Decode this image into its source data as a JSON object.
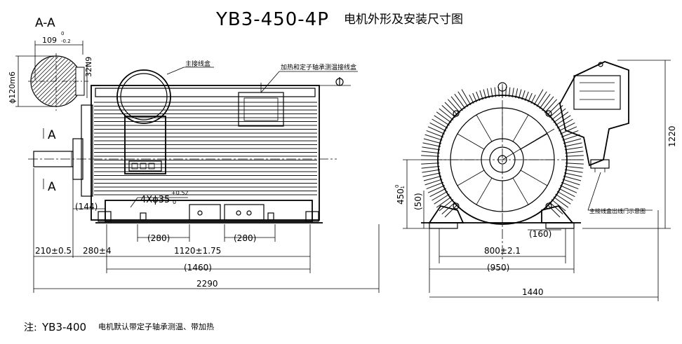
{
  "title": "YB3-450-4P",
  "title_cn": "电机外形及安装尺寸图",
  "section_label": "A-A",
  "section_marks": [
    "A",
    "A"
  ],
  "shaft": {
    "width_dim": "109",
    "width_tol": "0\n-0.2",
    "key_label": "32N9",
    "dia_label": "ϕ120m6"
  },
  "callouts": {
    "main_junction_box": "主接线盒",
    "aux_junction_box": "加热和定子轴承测温接线盒",
    "junction_box_position": "主接线盒出线门示意图"
  },
  "hole_label": "4Xϕ35",
  "hole_tol_upper": "+0.52",
  "hole_tol_lower": "0",
  "side_dims": {
    "d144": "(144)",
    "d280a": "(280)",
    "d280b": "(280)",
    "d210": "210±0.5",
    "d280c": "280±4",
    "d1120": "1120±1.75",
    "d1460": "(1460)",
    "d2290": "2290"
  },
  "front_dims": {
    "h450": "450",
    "h450_tol": "0\n-1",
    "d50": "(50)",
    "d160": "(160)",
    "d800": "800±2.1",
    "d950": "(950)",
    "d1440": "1440",
    "h1220": "1220"
  },
  "note_prefix": "注:",
  "note_model": "YB3-400",
  "note_text": "电机默认带定子轴承测温、带加热"
}
